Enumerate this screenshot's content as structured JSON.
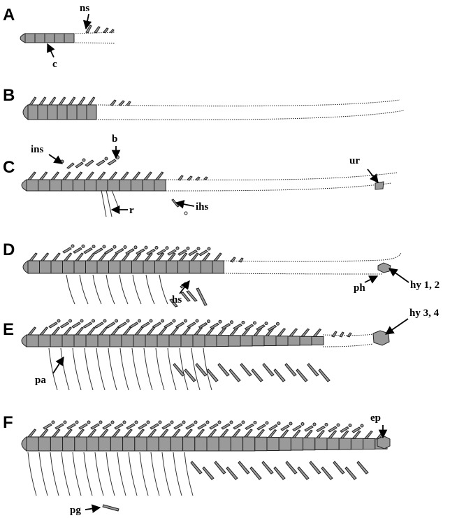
{
  "panels": [
    {
      "id": "A",
      "label": "A"
    },
    {
      "id": "B",
      "label": "B"
    },
    {
      "id": "C",
      "label": "C"
    },
    {
      "id": "D",
      "label": "D"
    },
    {
      "id": "E",
      "label": "E"
    },
    {
      "id": "F",
      "label": "F"
    }
  ],
  "annotations": {
    "ns": "ns",
    "c": "c",
    "ins": "ins",
    "b": "b",
    "ur": "ur",
    "r": "r",
    "ihs": "ihs",
    "hs": "hs",
    "ph": "ph",
    "hy12": "hy 1, 2",
    "hy34": "hy 3, 4",
    "pa": "pa",
    "ep": "ep",
    "pg": "pg"
  },
  "colors": {
    "bone": "#9a9a9a",
    "outline": "#222222",
    "background": "#ffffff"
  }
}
